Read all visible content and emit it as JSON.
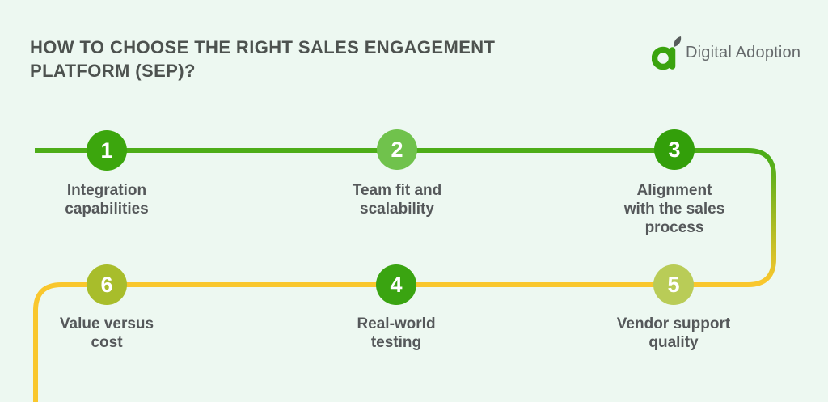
{
  "header": {
    "title": "HOW TO CHOOSE THE RIGHT SALES ENGAGEMENT\nPLATFORM (SEP)?"
  },
  "logo": {
    "name": "Digital Adoption"
  },
  "colors": {
    "background": "#edf8f1",
    "title_text": "#4d524f",
    "label_text": "#55585a",
    "line_green": "#4dad18",
    "line_yellow": "#f9c72d",
    "logo_green": "#3aa30e",
    "logo_leaf_gray": "#575c5b",
    "logo_text_gray": "#65696b",
    "circle_number_text": "#ffffff"
  },
  "steps": [
    {
      "number": "1",
      "label": "Integration\ncapabilities",
      "circle_color": "#3ca60d"
    },
    {
      "number": "2",
      "label": "Team fit and\nscalability",
      "circle_color": "#70c24c"
    },
    {
      "number": "3",
      "label": "Alignment\nwith the sales\nprocess",
      "circle_color": "#339f0a"
    },
    {
      "number": "4",
      "label": "Real-world\ntesting",
      "circle_color": "#3aa411"
    },
    {
      "number": "5",
      "label": "Vendor support\nquality",
      "circle_color": "#b9cc57"
    },
    {
      "number": "6",
      "label": "Value versus\ncost",
      "circle_color": "#a8bd2b"
    }
  ]
}
